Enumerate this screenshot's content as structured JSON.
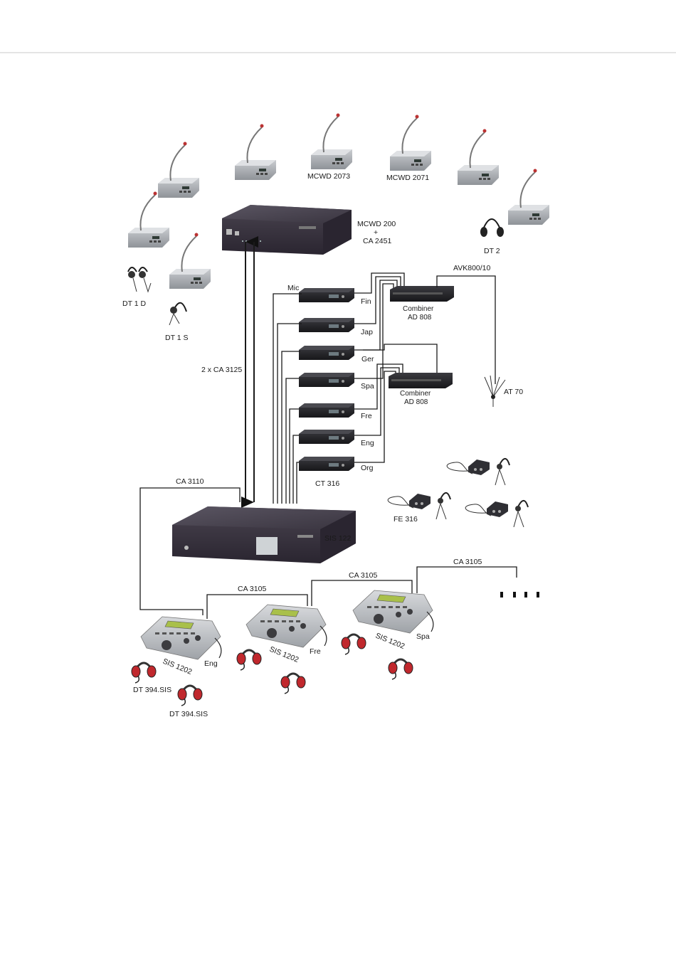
{
  "diagram": {
    "microphones": {
      "mcwd_2073": "MCWD 2073",
      "mcwd_2071": "MCWD 2071"
    },
    "central_unit": {
      "name": "MCWD 200",
      "plus": "+",
      "addon": "CA 2451"
    },
    "listeners": {
      "dt2": "DT 2",
      "dt1d": "DT 1 D",
      "dt1s": "DT 1 S"
    },
    "cable_main": "2 x CA 3125",
    "mic_label": "Mic",
    "transmitter_channels": [
      "Fin",
      "Jap",
      "Ger",
      "Spa",
      "Fre",
      "Eng",
      "Org"
    ],
    "transmitter_model": "CT 316",
    "combiner_1": {
      "line1": "Combiner",
      "line2": "AD 808"
    },
    "combiner_2": {
      "line1": "Combiner",
      "line2": "AD 808"
    },
    "antenna_cable": "AVK800/10",
    "antenna": "AT 70",
    "receiver": "FE 316",
    "central_sis": "SIS 122",
    "cable_ca3110": "CA 3110",
    "cable_ca3105": [
      "CA 3105",
      "CA 3105",
      "CA 3105"
    ],
    "ellipsis_marks": ". . . .",
    "interpreter_model": "SIS 1202",
    "interpreter_languages": [
      "Eng",
      "Fre",
      "Spa"
    ],
    "headphones": [
      "DT 394.SIS",
      "DT 394.SIS"
    ]
  }
}
